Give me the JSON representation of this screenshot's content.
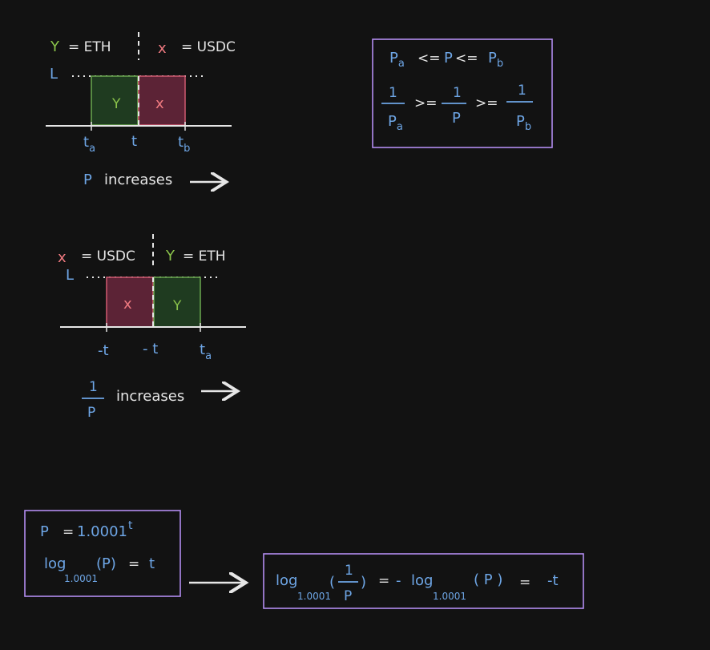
{
  "colors": {
    "background": "#121212",
    "blue_text": "#6ea6e6",
    "white_text": "#e6e6e6",
    "y_token_green": "#8ac24a",
    "x_token_red": "#f07a80",
    "y_fill": "#1f3b20",
    "x_fill": "#5c2336",
    "box_border": "#b38cf0"
  },
  "diagram1": {
    "y_letter": "Y",
    "y_eq": "= ETH",
    "x_letter": "x",
    "x_eq": "= USDC",
    "l_label": "L",
    "block_y_label": "Y",
    "block_x_label": "x",
    "tick_ta_base": "t",
    "tick_ta_sub": "a",
    "tick_t": "t",
    "tick_tb_base": "t",
    "tick_tb_sub": "b",
    "p_label": "P",
    "increases": "increases"
  },
  "diagram2": {
    "x_letter": "x",
    "x_eq": "= USDC",
    "y_letter": "Y",
    "y_eq": "= ETH",
    "l_label": "L",
    "block_x_label": "x",
    "block_y_label": "Y",
    "tick_neg_t1": "-t",
    "tick_neg_t2": "- t",
    "tick_ta_base": "t",
    "tick_ta_sub": "a",
    "frac_num": "1",
    "frac_den": "P",
    "increases": "increases"
  },
  "inequality_box": {
    "p_base_a": "P",
    "sub_a": "a",
    "le1": "<=",
    "p_mid": "P",
    "le2": "<=",
    "p_base_b": "P",
    "sub_b": "b",
    "one_1": "1",
    "den_1_base": "P",
    "den_1_sub": "a",
    "ge1": ">=",
    "one_2": "1",
    "den_2": "P",
    "ge2": ">=",
    "one_3": "1",
    "den_3_base": "P",
    "den_3_sub": "b"
  },
  "price_box": {
    "p": "P",
    "eq": "=",
    "base": "1.0001",
    "exp": "t",
    "log": "log",
    "log_base": "1.0001",
    "log_arg": "(P)",
    "eq2": "=",
    "rhs": "t"
  },
  "result_box": {
    "log1": "log",
    "base1": "1.0001",
    "lparen": "(",
    "num": "1",
    "den": "P",
    "rparen": ")",
    "eq": "=",
    "minus": "-",
    "log2": "log",
    "base2": "1.0001",
    "arg2": "( P )",
    "eq2": "=",
    "rhs": "-t"
  }
}
